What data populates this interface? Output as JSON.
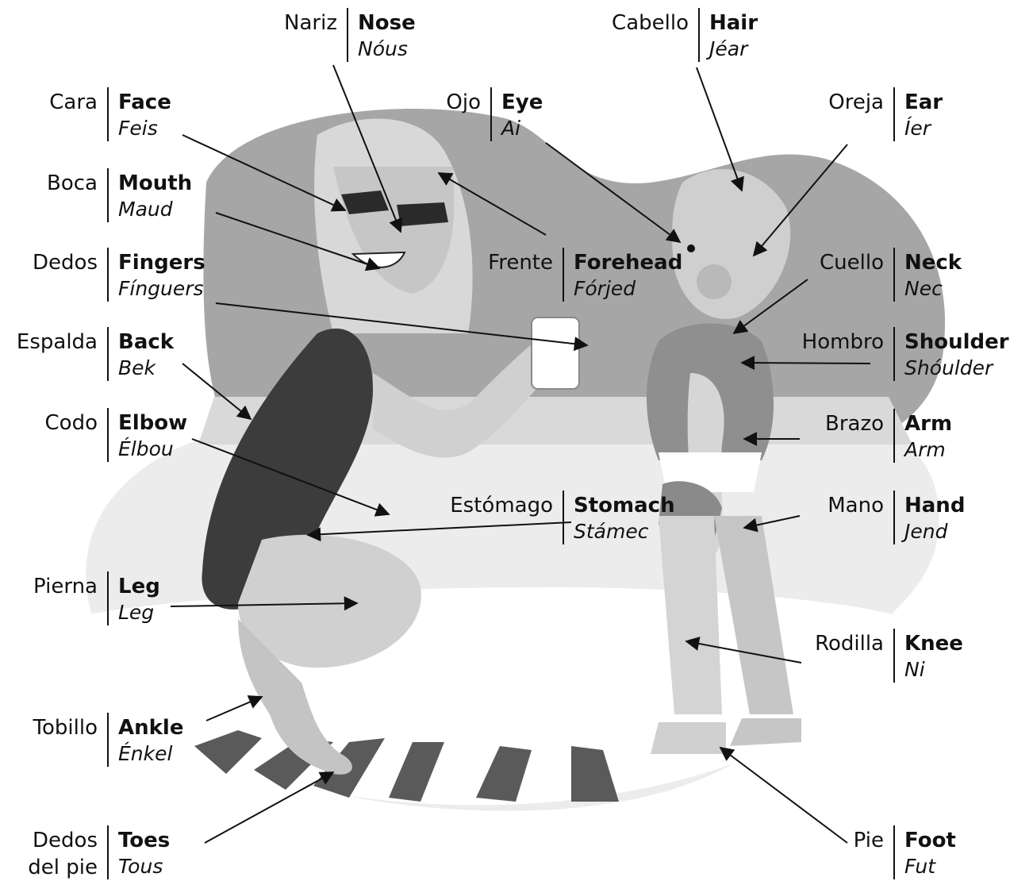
{
  "colors": {
    "background": "#ffffff",
    "sky_gray": "#a9a9a9",
    "sand_light": "#ececec",
    "swimsuit": "#3c3c3c",
    "skin": "#cfcfcf",
    "towel_stripe": "#5a5a5a",
    "text": "#111111"
  },
  "labels": [
    {
      "id": "nose",
      "es": "Nariz",
      "en": "Nose",
      "pron": "Nóus"
    },
    {
      "id": "hair",
      "es": "Cabello",
      "en": "Hair",
      "pron": "Jéar"
    },
    {
      "id": "face",
      "es": "Cara",
      "en": "Face",
      "pron": "Feis"
    },
    {
      "id": "eye",
      "es": "Ojo",
      "en": "Eye",
      "pron": "Ai"
    },
    {
      "id": "ear",
      "es": "Oreja",
      "en": "Ear",
      "pron": "Íer"
    },
    {
      "id": "mouth",
      "es": "Boca",
      "en": "Mouth",
      "pron": "Maud"
    },
    {
      "id": "fingers",
      "es": "Dedos",
      "en": "Fingers",
      "pron": "Fínguers"
    },
    {
      "id": "forehead",
      "es": "Frente",
      "en": "Forehead",
      "pron": "Fórjed"
    },
    {
      "id": "neck",
      "es": "Cuello",
      "en": "Neck",
      "pron": "Nec"
    },
    {
      "id": "back",
      "es": "Espalda",
      "en": "Back",
      "pron": "Bek"
    },
    {
      "id": "shoulder",
      "es": "Hombro",
      "en": "Shoulder",
      "pron": "Shóulder"
    },
    {
      "id": "elbow",
      "es": "Codo",
      "en": "Elbow",
      "pron": "Élbou"
    },
    {
      "id": "arm",
      "es": "Brazo",
      "en": "Arm",
      "pron": "Arm"
    },
    {
      "id": "stomach",
      "es": "Estómago",
      "en": "Stomach",
      "pron": "Stámec"
    },
    {
      "id": "hand",
      "es": "Mano",
      "en": "Hand",
      "pron": "Jend"
    },
    {
      "id": "leg",
      "es": "Pierna",
      "en": "Leg",
      "pron": "Leg"
    },
    {
      "id": "knee",
      "es": "Rodilla",
      "en": "Knee",
      "pron": "Ni"
    },
    {
      "id": "ankle",
      "es": "Tobillo",
      "en": "Ankle",
      "pron": "Énkel"
    },
    {
      "id": "toes",
      "es": "Dedos",
      "es_line2": "del pie",
      "en": "Toes",
      "pron": "Tous"
    },
    {
      "id": "foot",
      "es": "Pie",
      "en": "Foot",
      "pron": "Fut"
    }
  ]
}
